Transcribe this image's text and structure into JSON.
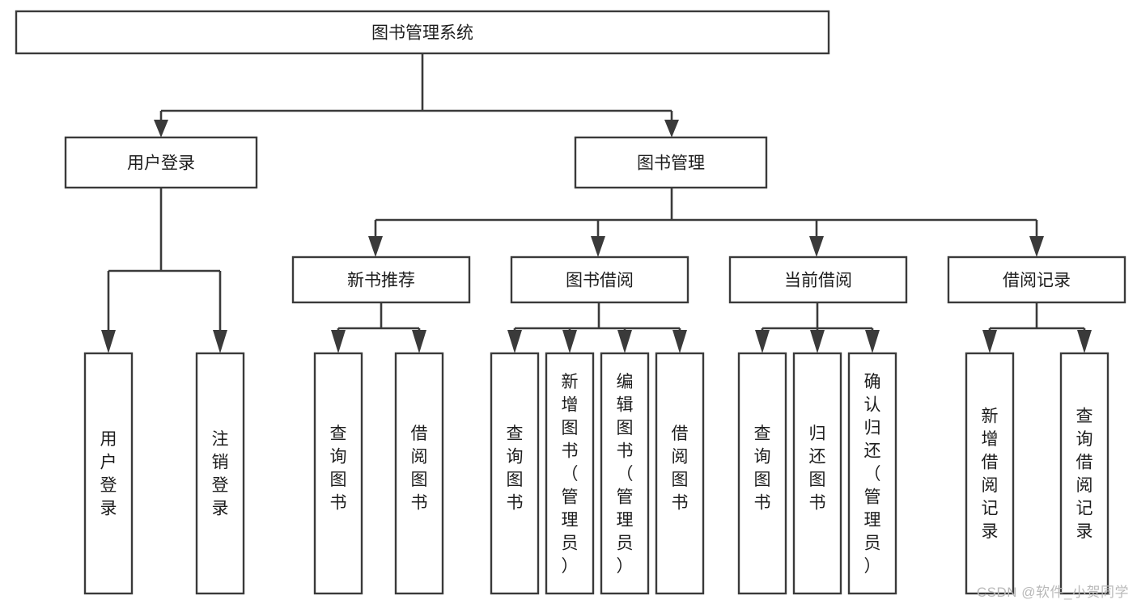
{
  "diagram": {
    "type": "tree-hierarchy",
    "title": "图书管理系统",
    "watermark": "CSDN @软件_小贺同学",
    "colors": {
      "stroke": "#3a3a3a",
      "box_fill": "#ffffff",
      "text": "#1d1d1d",
      "background": "#ffffff",
      "watermark": "#b9b9b9"
    },
    "levels": {
      "root": {
        "label": "图书管理系统",
        "orientation": "horizontal"
      },
      "level2": [
        {
          "label": "用户登录",
          "orientation": "horizontal"
        },
        {
          "label": "图书管理",
          "orientation": "horizontal"
        }
      ],
      "level3": [
        {
          "label": "新书推荐",
          "orientation": "horizontal",
          "parent": "图书管理"
        },
        {
          "label": "图书借阅",
          "orientation": "horizontal",
          "parent": "图书管理"
        },
        {
          "label": "当前借阅",
          "orientation": "horizontal",
          "parent": "图书管理"
        },
        {
          "label": "借阅记录",
          "orientation": "horizontal",
          "parent": "图书管理"
        }
      ],
      "leaves": [
        {
          "label": "用户登录",
          "parent": "用户登录",
          "orientation": "vertical"
        },
        {
          "label": "注销登录",
          "parent": "用户登录",
          "orientation": "vertical"
        },
        {
          "label": "查询图书",
          "parent": "新书推荐",
          "orientation": "vertical"
        },
        {
          "label": "借阅图书",
          "parent": "新书推荐",
          "orientation": "vertical"
        },
        {
          "label": "查询图书",
          "parent": "图书借阅",
          "orientation": "vertical"
        },
        {
          "label": "新增图书（管理员）",
          "parent": "图书借阅",
          "orientation": "vertical"
        },
        {
          "label": "编辑图书（管理员）",
          "parent": "图书借阅",
          "orientation": "vertical"
        },
        {
          "label": "借阅图书",
          "parent": "图书借阅",
          "orientation": "vertical"
        },
        {
          "label": "查询图书",
          "parent": "当前借阅",
          "orientation": "vertical"
        },
        {
          "label": "归还图书",
          "parent": "当前借阅",
          "orientation": "vertical"
        },
        {
          "label": "确认归还（管理员）",
          "parent": "当前借阅",
          "orientation": "vertical"
        },
        {
          "label": "新增借阅记录",
          "parent": "借阅记录",
          "orientation": "vertical"
        },
        {
          "label": "查询借阅记录",
          "parent": "借阅记录",
          "orientation": "vertical"
        }
      ]
    },
    "nodes": {
      "root": "图书管理系统",
      "user_login": "用户登录",
      "book_mgmt": "图书管理",
      "new_book_rec": "新书推荐",
      "book_borrow": "图书借阅",
      "current_borrow": "当前借阅",
      "borrow_record": "借阅记录",
      "leaf_user_login": "用户登录",
      "leaf_logout": "注销登录",
      "leaf_query_book_a": "查询图书",
      "leaf_borrow_book_a": "借阅图书",
      "leaf_query_book_b": "查询图书",
      "leaf_add_book": "新增图书（管理员）",
      "leaf_edit_book": "编辑图书（管理员）",
      "leaf_borrow_book_b": "借阅图书",
      "leaf_query_book_c": "查询图书",
      "leaf_return_book": "归还图书",
      "leaf_confirm_return": "确认归还（管理员）",
      "leaf_add_record": "新增借阅记录",
      "leaf_query_record": "查询借阅记录"
    }
  }
}
